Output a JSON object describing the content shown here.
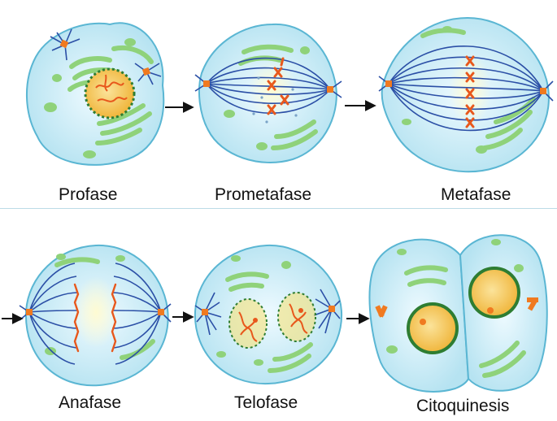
{
  "stages": [
    {
      "id": "profase",
      "label": "Profase"
    },
    {
      "id": "prometafase",
      "label": "Prometafase"
    },
    {
      "id": "metafase",
      "label": "Metafase"
    },
    {
      "id": "anafase",
      "label": "Anafase"
    },
    {
      "id": "telofase",
      "label": "Telofase"
    },
    {
      "id": "citoquinesis",
      "label": "Citoquinesis"
    }
  ],
  "colors": {
    "cytoplasm_fill": "#c8ecf6",
    "cell_outline": "#5ab6d3",
    "golgi": "#8fd27a",
    "spindle": "#2b4fa6",
    "chromosome": "#e8581c",
    "nucleus_fill": "#f4c24a",
    "nuclear_envelope": "#2e7d32",
    "centrosome": "#f07a20",
    "arrow": "#111111",
    "divider": "#bcdbe6"
  },
  "arrow_icon": "arrow-right-icon"
}
